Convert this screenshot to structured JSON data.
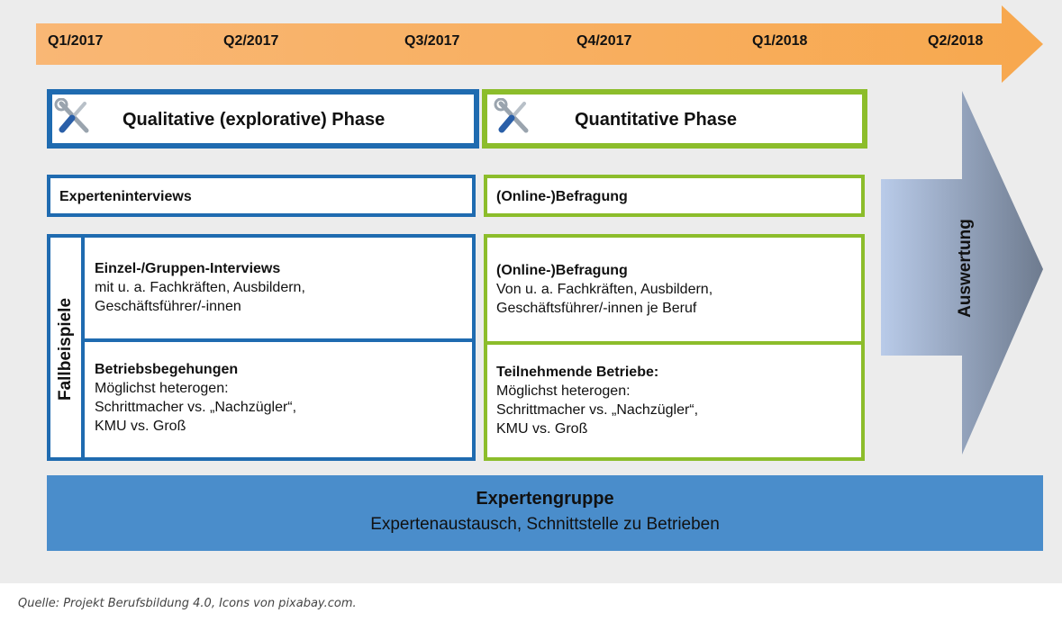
{
  "timeline": {
    "labels": [
      "Q1/2017",
      "Q2/2017",
      "Q3/2017",
      "Q4/2017",
      "Q1/2018",
      "Q2/2018"
    ],
    "color": "#f9b26a"
  },
  "phases": {
    "qualitative": {
      "title": "Qualitative (explorative) Phase",
      "icon": "tools-icon",
      "border_color": "#1f6bb0"
    },
    "quantitative": {
      "title": "Quantitative Phase",
      "icon": "tools-icon",
      "border_color": "#8cbd2b"
    }
  },
  "expert_row": {
    "left": "Experteninterviews",
    "right": "(Online-)Befragung"
  },
  "fallbeispiele": {
    "label": "Fallbeispiele",
    "left_top": {
      "title": "Einzel-/Gruppen-Interviews",
      "lines": [
        "mit u. a. Fachkräften, Ausbildern,",
        "Geschäftsführer/-innen"
      ]
    },
    "left_bottom": {
      "title": "Betriebsbegehungen",
      "lines": [
        "Möglichst heterogen:",
        "Schrittmacher vs. „Nachzügler“,",
        "KMU vs. Groß"
      ]
    },
    "right_top": {
      "title": "(Online-)Befragung",
      "lines": [
        "Von u. a. Fachkräften, Ausbildern,",
        "Geschäftsführer/-innen je Beruf"
      ]
    },
    "right_bottom": {
      "title": "Teilnehmende Betriebe:",
      "lines": [
        "Möglichst heterogen:",
        "Schrittmacher vs. „Nachzügler“,",
        "KMU vs. Groß"
      ]
    }
  },
  "auswertung": {
    "label": "Auswertung"
  },
  "expertengruppe": {
    "title": "Expertengruppe",
    "subtitle": "Expertenaustausch, Schnittstelle zu Betrieben",
    "color": "#4a8dcb"
  },
  "source": "Quelle: Projekt Berufsbildung 4.0, Icons von pixabay.com."
}
